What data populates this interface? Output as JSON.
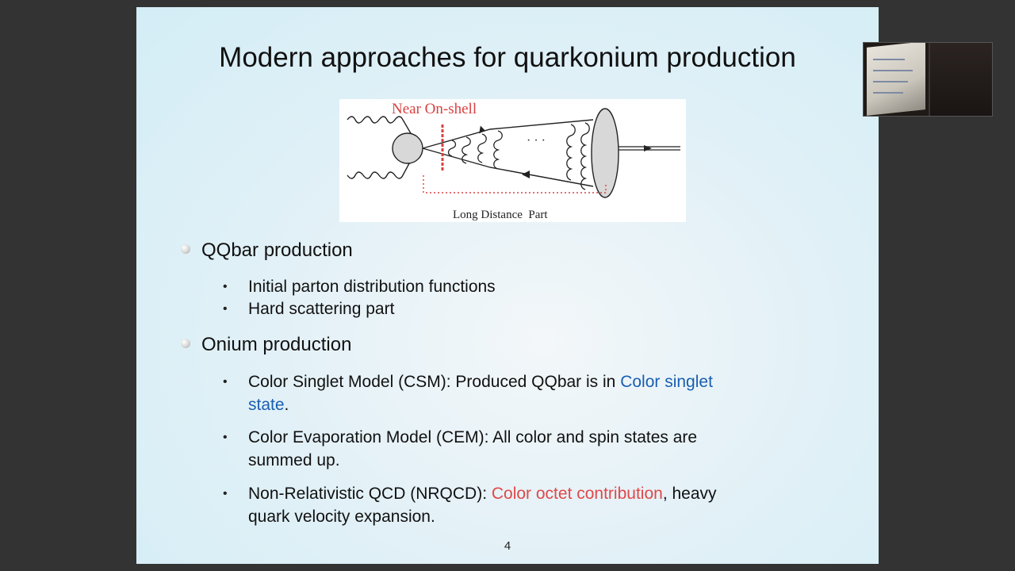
{
  "slide": {
    "title": "Modern approaches for quarkonium production",
    "page_number": "4",
    "figure": {
      "label_top": "Near On-shell",
      "label_bottom": "Long Distance  Part",
      "ellipsis": "· · ·"
    },
    "items": [
      {
        "text": "QQbar production",
        "sub": [
          "Initial parton distribution functions",
          "Hard scattering part"
        ]
      },
      {
        "text": "Onium production",
        "sub": [
          {
            "a": "Color Singlet Model (CSM): Produced QQbar is in ",
            "b": "Color singlet",
            "c": "state",
            "d": "."
          },
          {
            "a": "Color Evaporation Model (CEM): All color and spin states are",
            "b": "summed up."
          },
          {
            "a": "Non-Relativistic QCD (NRQCD): ",
            "b": "Color octet contribution",
            "c": ", heavy",
            "d": "quark velocity expansion."
          }
        ]
      }
    ]
  },
  "colors": {
    "highlight_blue": "#1a5fb0",
    "highlight_red": "#e04848",
    "background": "#333333"
  },
  "icons": [
    "bullet-dot-icon",
    "bullet-small-icon"
  ]
}
